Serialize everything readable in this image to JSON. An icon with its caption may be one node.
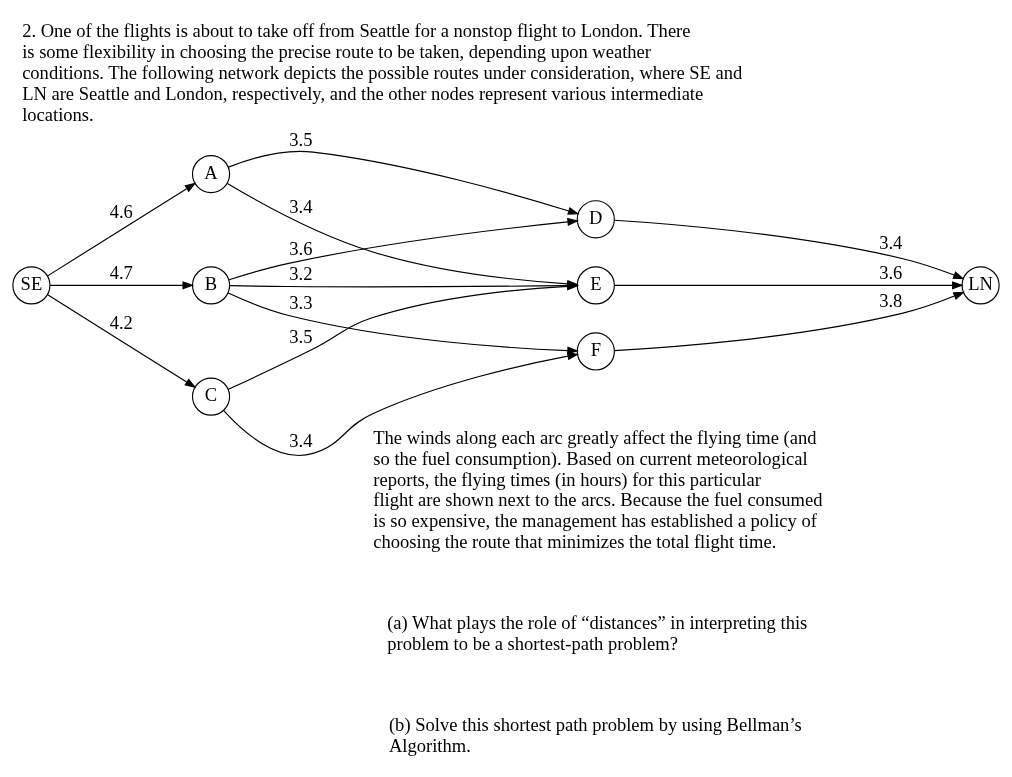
{
  "diagram": {
    "title": "2. One of the flights is about to take off from Seattle for a nonstop flight to London. There is some flexibility in choosing the precise route to be taken, depending upon weather conditions. The following network depicts the possible routes under consideration, where SE and LN are Seattle and London, respectively, and the other nodes represent various intermediate locations.",
    "nodes": [
      {
        "text": [
          "SE"
        ]
      },
      {
        "text": [
          "A"
        ]
      },
      {
        "text": [
          "B"
        ]
      },
      {
        "text": [
          "C"
        ]
      },
      {
        "text": [
          "D"
        ]
      },
      {
        "text": [
          "E"
        ]
      },
      {
        "text": [
          "F"
        ]
      },
      {
        "text": [
          "LN"
        ]
      }
    ],
    "edges": [
      {
        "from": 0,
        "to": 1,
        "arrow": "to",
        "label": "4.6"
      },
      {
        "from": 0,
        "to": 2,
        "arrow": "to",
        "label": "4.7"
      },
      {
        "from": 0,
        "to": 3,
        "arrow": "to",
        "label": "4.2"
      },
      {
        "from": 1,
        "to": 4,
        "arrow": "to",
        "label": "3.5"
      },
      {
        "from": 1,
        "to": 5,
        "arrow": "to",
        "label": "3.4"
      },
      {
        "from": 2,
        "to": 4,
        "arrow": "to",
        "label": "3.6"
      },
      {
        "from": 2,
        "to": 5,
        "arrow": "to",
        "label": "3.2"
      },
      {
        "from": 2,
        "to": 6,
        "arrow": "to",
        "label": "3.3"
      },
      {
        "from": 3,
        "to": 5,
        "arrow": "to",
        "label": "3.5"
      },
      {
        "from": 3,
        "to": 6,
        "arrow": "to",
        "label": "3.4"
      },
      {
        "from": 4,
        "to": 7,
        "arrow": "to",
        "label": "3.4"
      },
      {
        "from": 5,
        "to": 7,
        "arrow": "to",
        "label": "3.6"
      },
      {
        "from": 6,
        "to": 7,
        "arrow": "to",
        "label": "3.8"
      }
    ],
    "labels": [
      "The winds along each arc greatly affect the flying time (and so the fuel consumption). Based on current meteorological reports, the flying times (in hours) for this particular flight are shown next to the arcs. Because the fuel consumed is so expensive, the management has established a policy of choosing the route that minimizes the total flight time.",
      "(a) What plays the role of “distances” in interpreting this problem to be a shortest-path problem?",
      "(b) Solve this shortest path problem by using Bellman’s Algorithm."
    ]
  }
}
